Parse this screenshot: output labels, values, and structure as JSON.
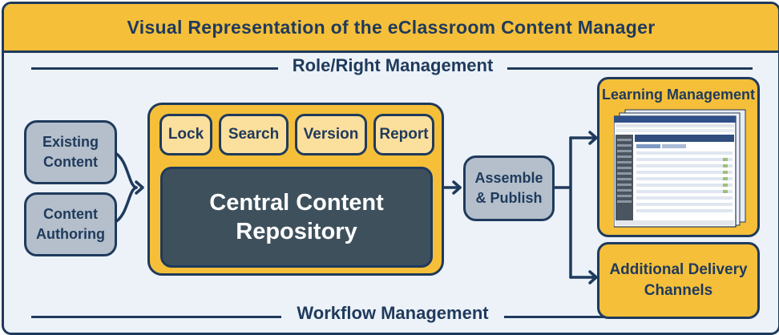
{
  "title": "Visual Representation of the eClassroom Content Manager",
  "bands": {
    "top": "Role/Right Management",
    "bottom": "Workflow Management"
  },
  "inputs": {
    "existing_content": "Existing Content",
    "content_authoring": "Content Authoring"
  },
  "tools": [
    "Lock",
    "Search",
    "Version",
    "Report"
  ],
  "repository": "Central Content Repository",
  "assemble": "Assemble & Publish",
  "outputs": {
    "learning_management": "Learning Management",
    "additional_delivery": "Additional Delivery Channels"
  },
  "colors": {
    "navy": "#1f3a5c",
    "gold": "#f5bf3a",
    "light_gold": "#fbdf9c",
    "gray_blue": "#b4bfcb",
    "repository": "#3e505c",
    "background": "#ecf2f8"
  }
}
